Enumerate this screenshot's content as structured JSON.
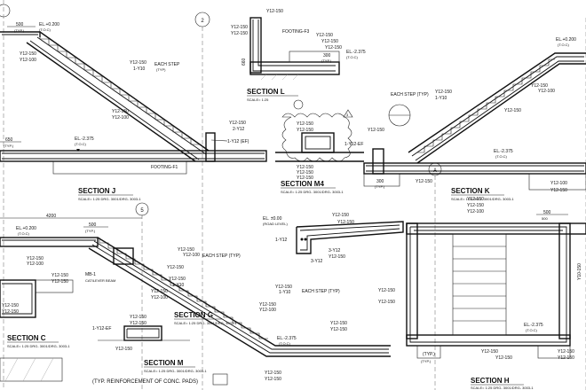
{
  "gridMarks": [
    "2",
    "5",
    "A"
  ],
  "sectionJ": {
    "title": "SECTION J",
    "scale": "SCALE= 1:25  DRG- 3001/DRG- 3003-1",
    "dims": [
      "500",
      "(TYP.)",
      "650",
      "(TYP.)"
    ],
    "levels": [
      "EL.+0.200",
      "(T.O.C)",
      "EL.-2.375",
      "(T.O.C)"
    ],
    "bars": [
      "Y12-150",
      "Y12-100",
      "Y12-150",
      "1-Y10",
      "Y12-150",
      "Y12-100",
      "Y12-150",
      "2-Y12",
      "1-Y12 (EF)"
    ],
    "notes": [
      "EACH STEP",
      "(TYP)",
      "FOOTING-F1"
    ]
  },
  "sectionL": {
    "title": "SECTION L",
    "scale": "SCALE= 1:25",
    "dims": [
      "300",
      "(TYP.)",
      "660"
    ],
    "levels": [
      "EL.-2.375",
      "(T.O.C)"
    ],
    "bars": [
      "Y12-150",
      "Y12-150",
      "Y12-150",
      "Y12-150",
      "Y12-150",
      "Y12-150"
    ],
    "notes": [
      "FOOTING-F3"
    ]
  },
  "sectionM4": {
    "title": "SECTION M4",
    "scale": "SCALE= 1:25  DRG- 3001/DRG- 3003-1",
    "bars": [
      "Y12-150",
      "Y12-150",
      "1-Y12-EF",
      "Y12-150",
      "Y12-150",
      "Y12-150"
    ],
    "mark": "3"
  },
  "sectionK": {
    "title": "SECTION K",
    "scale": "SCALE= 1:25  DRG- 3001/DRG- 3003-1",
    "dims": [
      "300",
      "(TYP.)"
    ],
    "levels": [
      "EL.+0.200",
      "(T.O.C)",
      "EL.-2.375",
      "(T.O.C)"
    ],
    "bars": [
      "Y12-150",
      "1-Y10",
      "Y12-150",
      "Y12-100",
      "Y12-150",
      "Y12-150",
      "Y12-150",
      "Y12-100",
      "Y12-150"
    ],
    "notes": [
      "EACH STEP (TYP)"
    ]
  },
  "sectionC": {
    "title": "SECTION C",
    "scale": "SCALE= 1:25  DRG- 3001/DRG- 3003-1",
    "bars": [
      "Y12-150",
      "Y12-150",
      "Y12-150",
      "Y12-150"
    ]
  },
  "stairLower": {
    "dims": [
      "4200",
      "500",
      "(TYP.)"
    ],
    "levels": [
      "EL.+0.200",
      "(T.O.C)",
      "EL.-2.375",
      "(T.O.C)"
    ],
    "bars": [
      "Y12-150",
      "Y12-100",
      "Y12-150",
      "Y12-100",
      "Y12-150",
      "Y12-150",
      "1-Y10",
      "Y12-150",
      "Y12-100",
      "Y12-150",
      "1-Y10",
      "Y12-150",
      "Y12-100",
      "Y12-150",
      "Y12-150",
      "Y12-150",
      "Y12-150"
    ],
    "notes": [
      "EACH STEP (TYP)",
      "MB-1",
      "CATILEVER BEAM",
      "EACH STEP (TYP)"
    ]
  },
  "sectionG": {
    "title": "SECTION G",
    "scale": "SCALE= 1:25  DRG- 3001/DRG- 3003-1",
    "bars": [
      "Y12-150",
      "Y12-150",
      "1-Y12-EF",
      "Y12-150"
    ]
  },
  "sectionM": {
    "title": "SECTION M",
    "scale": "SCALE= 1:25  DRG- 3001/DRG- 3003-1",
    "caption": "(TYP. REINFORCEMENT OF CONC. PADS)"
  },
  "roadDetail": {
    "levels": [
      "EL. ±0.00",
      "(ROAD LEVEL)"
    ],
    "bars": [
      "Y12-150",
      "1-Y12",
      "Y12-150",
      "3-Y12",
      "Y12-150",
      "3-Y12"
    ]
  },
  "sectionH": {
    "title": "SECTION H",
    "scale": "SCALE= 1:25  DRG- 3001/DRG- 3003-1",
    "dims": [
      "500",
      "(TYP.)",
      "500",
      "(TYP.)"
    ],
    "levels": [
      "EL.-2.375",
      "(T.O.C)"
    ],
    "bars": [
      "Y12-150",
      "Y12-150",
      "Y12-100",
      "Y12-150",
      "Y12-150",
      "Y12-150",
      "Y12-150",
      "Y12-150",
      "Y12-150",
      "Y10-150"
    ]
  }
}
